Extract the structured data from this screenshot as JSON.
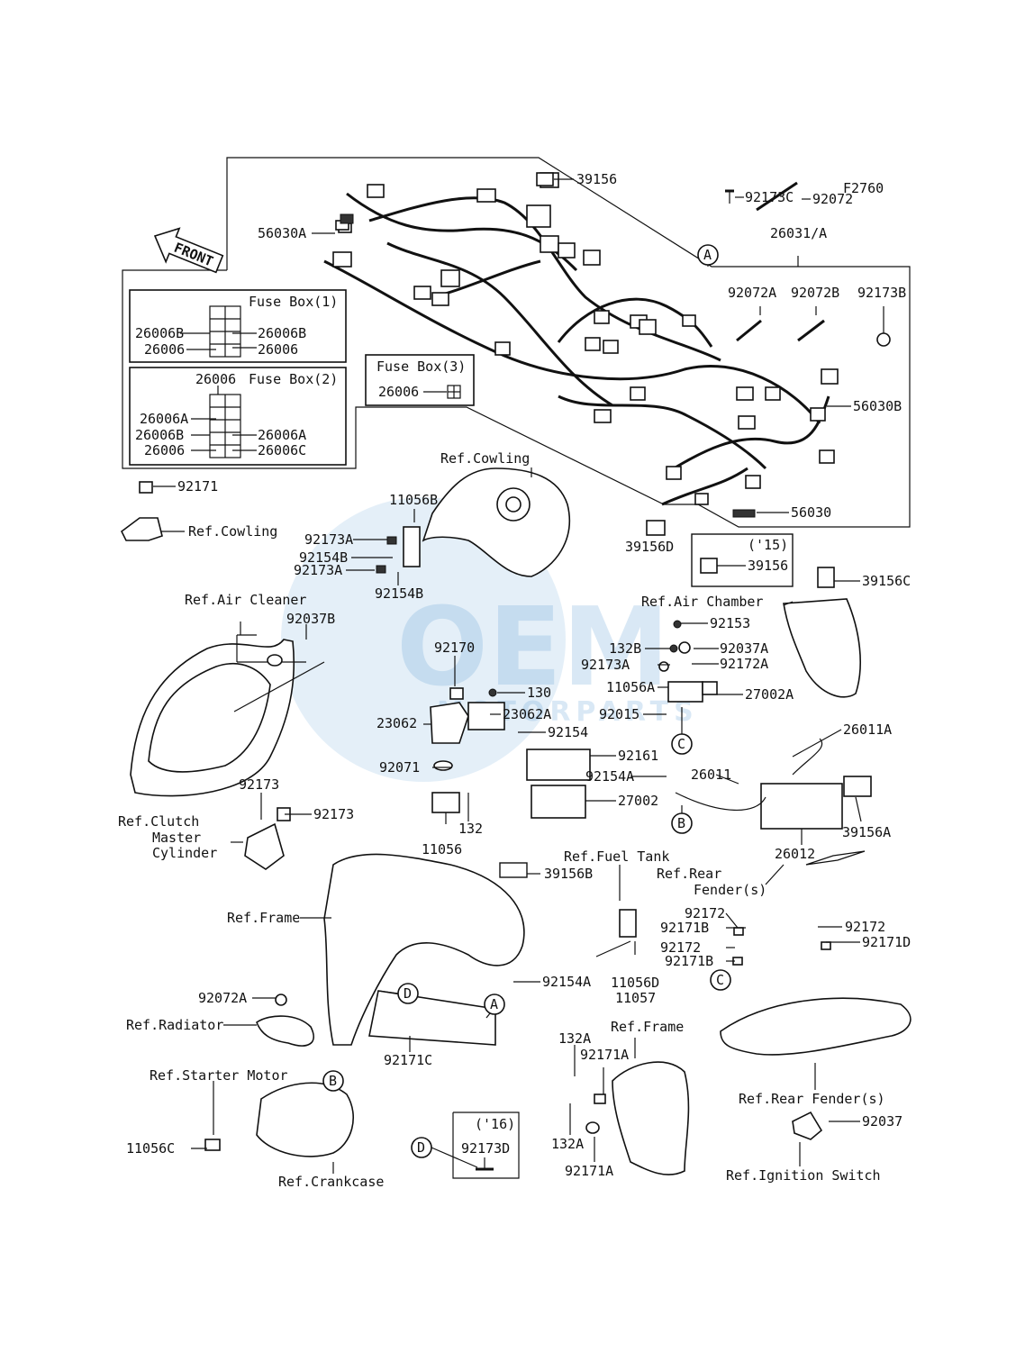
{
  "figure_code": "F2760",
  "front_label": "FRONT",
  "watermark": {
    "logo": "OEM",
    "sub": "MOTORPARTS"
  },
  "fuse_box_1": {
    "title": "Fuse Box(1)",
    "left": [
      "26006B",
      "26006"
    ],
    "right": [
      "26006B",
      "26006"
    ]
  },
  "fuse_box_2": {
    "title": "Fuse Box(2)",
    "top": "26006",
    "left": [
      "26006A",
      "26006B",
      "26006"
    ],
    "right": [
      "26006A",
      "26006C"
    ]
  },
  "fuse_box_3": {
    "title": "Fuse Box(3)",
    "part": "26006"
  },
  "note_15": {
    "year": "('15)",
    "part": "39156"
  },
  "note_16": {
    "year": "('16)",
    "part": "92173D"
  },
  "callouts": {
    "a": "A",
    "b": "B",
    "c": "C",
    "d": "D"
  },
  "labels": [
    "39156",
    "92173C",
    "92072",
    "56030A",
    "26031/A",
    "92072A",
    "92072B",
    "92173B",
    "56030B",
    "56030",
    "39156D",
    "92171",
    "Ref.Cowling",
    "Ref.Cowling",
    "11056B",
    "92173A",
    "92154B",
    "92173A",
    "92154B",
    "Ref.Air Cleaner",
    "92037B",
    "39156C",
    "Ref.Air Chamber",
    "92153",
    "132B",
    "92037A",
    "92173A",
    "92172A",
    "11056A",
    "27002A",
    "92015",
    "92170",
    "130",
    "23062A",
    "23062",
    "92154",
    "92161",
    "92071",
    "92154A",
    "27002",
    "26011A",
    "26011",
    "26012",
    "39156A",
    "92173",
    "92173",
    "Ref.Clutch",
    "Master",
    "Cylinder",
    "132",
    "11056",
    "39156B",
    "Ref.Fuel Tank",
    "Ref.Rear",
    "Fender(s)",
    "Ref.Frame",
    "92172",
    "92171B",
    "92172",
    "92171D",
    "92172",
    "92171B",
    "11056D",
    "11057",
    "92154A",
    "92072A",
    "Ref.Radiator",
    "92171C",
    "Ref.Frame",
    "132A",
    "92171A",
    "Ref.Starter Motor",
    "11056C",
    "Ref.Crankcase",
    "132A",
    "92171A",
    "Ref.Rear Fender(s)",
    "92037",
    "Ref.Ignition Switch"
  ]
}
